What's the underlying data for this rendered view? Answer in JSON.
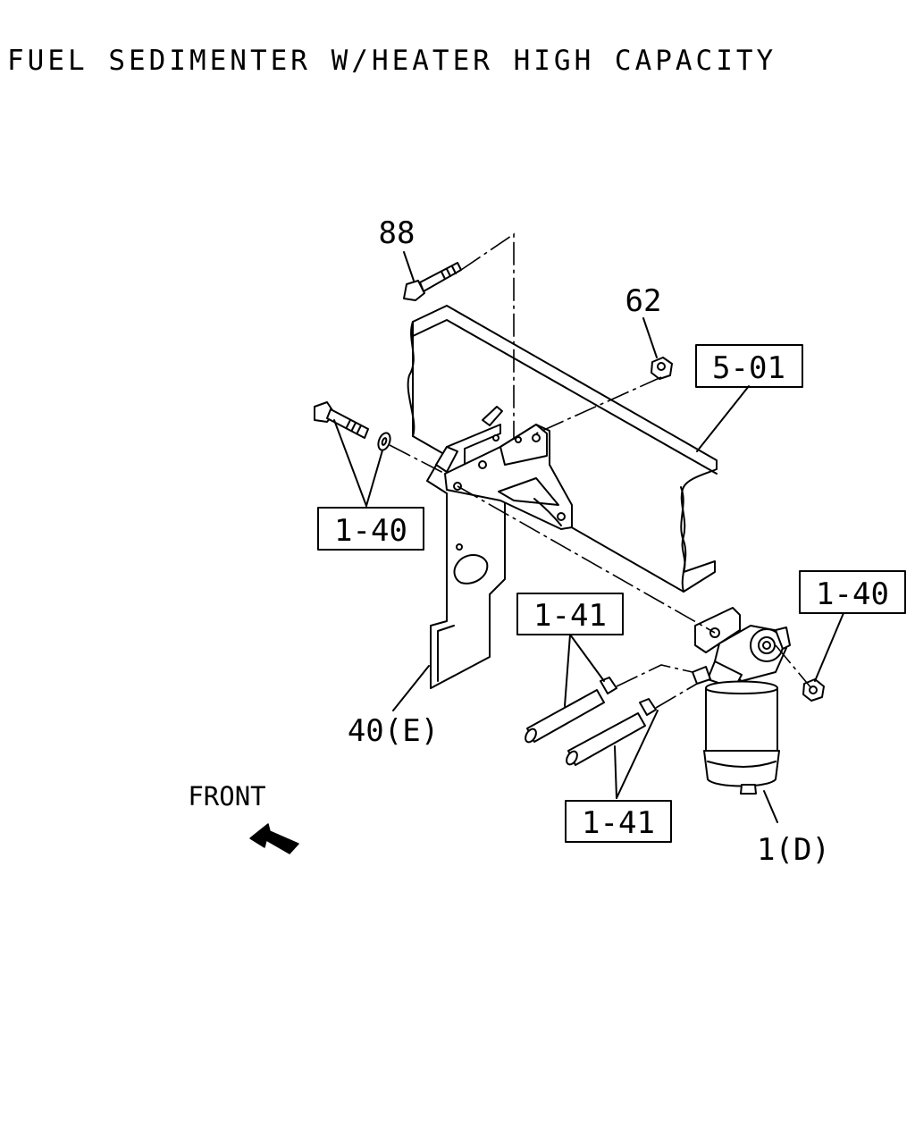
{
  "title": "FUEL SEDIMENTER W/HEATER HIGH CAPACITY",
  "front_label": "FRONT",
  "icons": {
    "front_arrow": "arrow-icon"
  },
  "callouts": {
    "c88": "88",
    "c62": "62",
    "c501": "5-01",
    "c140_left": "1-40",
    "c140_right": "1-40",
    "c141_top": "1-41",
    "c141_bottom": "1-41",
    "c40e": "40(E)",
    "c1d": "1(D)"
  }
}
